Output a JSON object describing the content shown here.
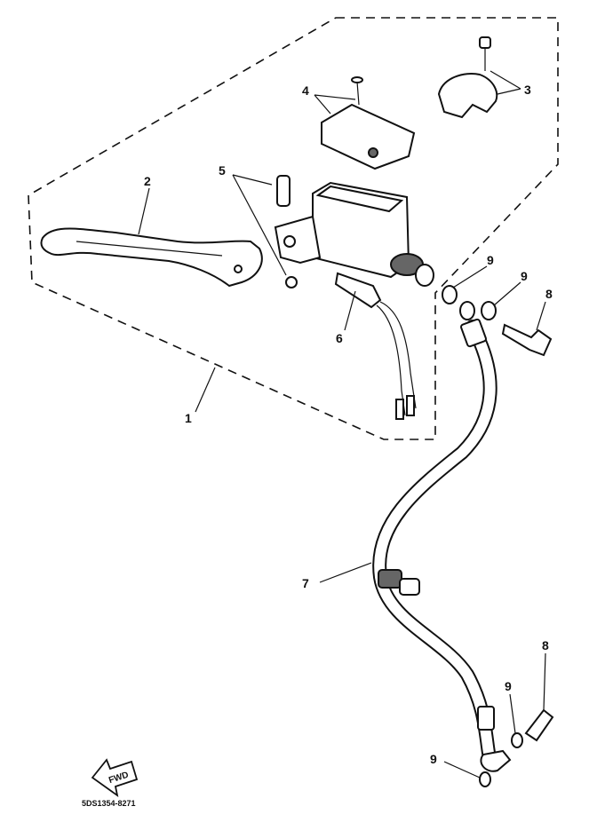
{
  "callouts": [
    {
      "id": "c1",
      "text": "1"
    },
    {
      "id": "c2",
      "text": "2"
    },
    {
      "id": "c3",
      "text": "3"
    },
    {
      "id": "c4",
      "text": "4"
    },
    {
      "id": "c5",
      "text": "5"
    },
    {
      "id": "c6",
      "text": "6"
    },
    {
      "id": "c7",
      "text": "7"
    },
    {
      "id": "c8a",
      "text": "8"
    },
    {
      "id": "c8b",
      "text": "8"
    },
    {
      "id": "c9a",
      "text": "9"
    },
    {
      "id": "c9b",
      "text": "9"
    },
    {
      "id": "c9c",
      "text": "9"
    },
    {
      "id": "c9d",
      "text": "9"
    }
  ],
  "arrow_text": "FWD",
  "drawing_code": "5DS1354-8271"
}
